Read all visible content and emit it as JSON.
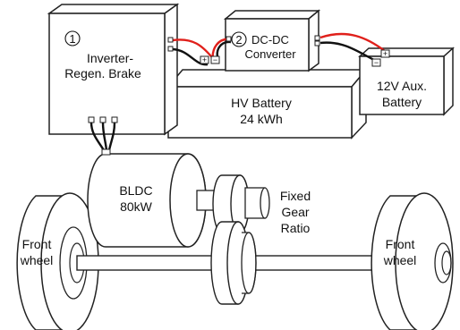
{
  "inverter": {
    "number": "1",
    "line1": "Inverter-",
    "line2": "Regen. Brake"
  },
  "converter": {
    "number": "2",
    "line1": "DC-DC",
    "line2": "Converter"
  },
  "hv_battery": {
    "line1": "HV Battery",
    "line2": "24 kWh"
  },
  "aux_battery": {
    "line1": "12V Aux.",
    "line2": "Battery"
  },
  "motor": {
    "line1": "BLDC",
    "line2": "80kW"
  },
  "gear": {
    "line1": "Fixed",
    "line2": "Gear",
    "line3": "Ratio"
  },
  "left_wheel": {
    "line1": "Front",
    "line2": "wheel"
  },
  "right_wheel": {
    "line1": "Front",
    "line2": "wheel"
  },
  "terminal_plus": "+",
  "terminal_minus": "−",
  "colors": {
    "wire_red": "#e0201b",
    "wire_black": "#111111",
    "outline": "#222222"
  }
}
